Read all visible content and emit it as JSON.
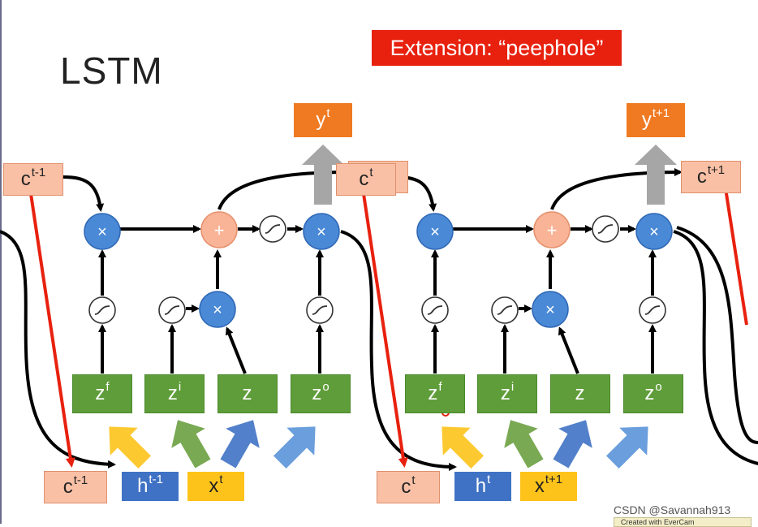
{
  "title": "LSTM",
  "banner": "Extension: “peephole”",
  "watermark": "CSDN @Savannah913",
  "stamp": "Created with EverCam",
  "colors": {
    "cell_box": "#f9c0a6",
    "output_box": "#f07a22",
    "gate_box": "#5f9d3a",
    "h_box": "#3f72c4",
    "x_box": "#fdc31b",
    "multiply_node": "#4a89d6",
    "add_node": "#f9b497",
    "peephole_line": "#e8210f",
    "banner": "#e8210f"
  },
  "blocks": [
    {
      "c_in": {
        "base": "c",
        "sup": "t-1"
      },
      "y_out": {
        "base": "y",
        "sup": "t"
      },
      "c_out": {
        "base": "c",
        "sup": "t"
      },
      "gates": [
        {
          "base": "z",
          "sup": "f"
        },
        {
          "base": "z",
          "sup": "i"
        },
        {
          "base": "z",
          "sup": ""
        },
        {
          "base": "z",
          "sup": "o"
        }
      ],
      "inputs": {
        "c": {
          "base": "c",
          "sup": "t-1"
        },
        "h": {
          "base": "h",
          "sup": "t-1"
        },
        "x": {
          "base": "x",
          "sup": "t"
        }
      },
      "multiply_symbol": "×",
      "add_symbol": "+"
    },
    {
      "c_in": {
        "base": "c",
        "sup": "t"
      },
      "y_out": {
        "base": "y",
        "sup": "t+1"
      },
      "c_out": {
        "base": "c",
        "sup": "t+1"
      },
      "gates": [
        {
          "base": "z",
          "sup": "f"
        },
        {
          "base": "z",
          "sup": "i"
        },
        {
          "base": "z",
          "sup": ""
        },
        {
          "base": "z",
          "sup": "o"
        }
      ],
      "inputs": {
        "c": {
          "base": "c",
          "sup": "t"
        },
        "h": {
          "base": "h",
          "sup": "t"
        },
        "x": {
          "base": "x",
          "sup": "t+1"
        }
      },
      "multiply_symbol": "×",
      "add_symbol": "+"
    }
  ]
}
